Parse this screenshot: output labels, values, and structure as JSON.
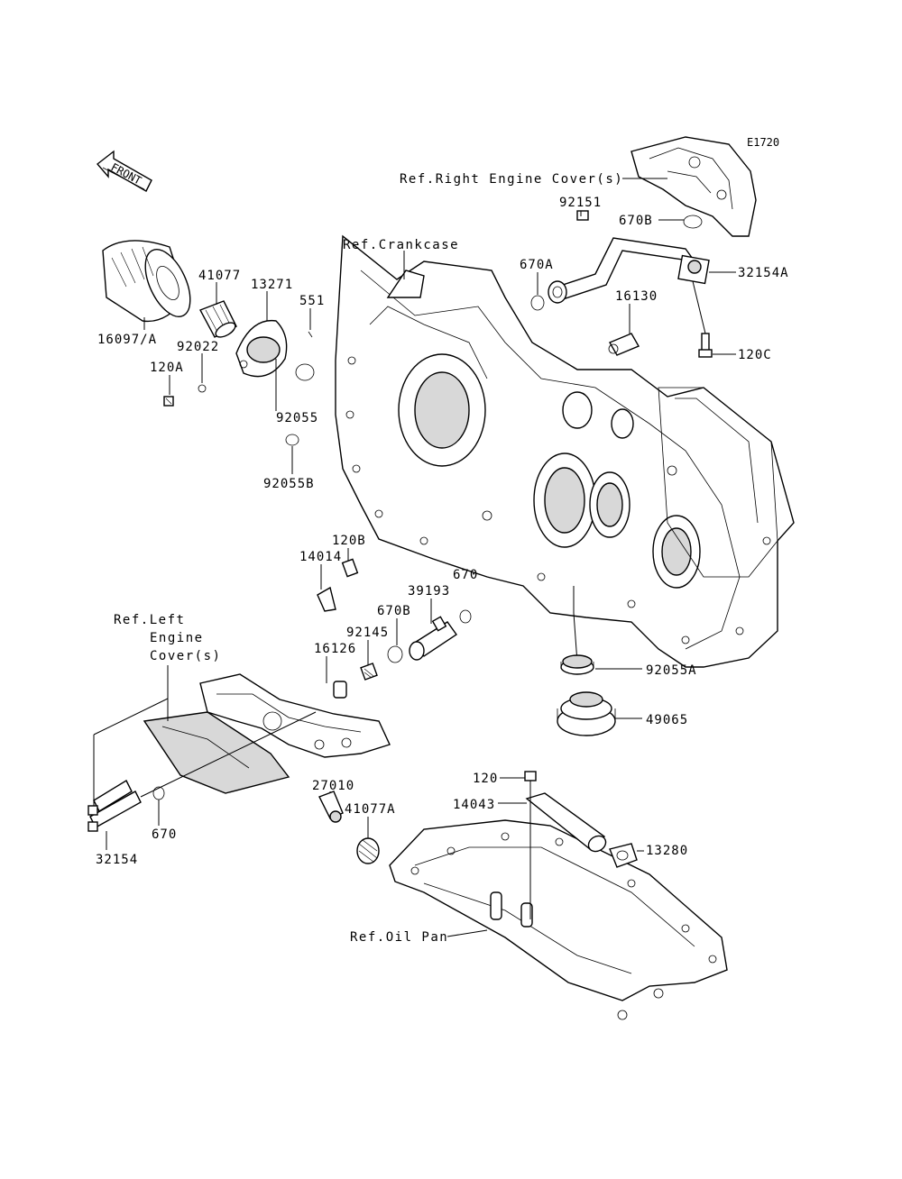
{
  "diagram_code": "E1720",
  "front_marker": "FRONT",
  "references": {
    "right_engine_cover": "Ref.Right Engine Cover(s)",
    "crankcase": "Ref.Crankcase",
    "left_engine_cover_line1": "Ref.Left",
    "left_engine_cover_line2": "Engine",
    "left_engine_cover_line3": "Cover(s)",
    "oil_pan": "Ref.Oil Pan"
  },
  "parts": {
    "p16097A": "16097/A",
    "p41077": "41077",
    "p13271": "13271",
    "p551": "551",
    "p92022": "92022",
    "p120A": "120A",
    "p92055": "92055",
    "p92055B": "92055B",
    "p92151": "92151",
    "p670B_top": "670B",
    "p670A": "670A",
    "p32154A": "32154A",
    "p16130": "16130",
    "p120C": "120C",
    "p120B": "120B",
    "p14014": "14014",
    "p670_mid": "670",
    "p39193": "39193",
    "p670B_mid": "670B",
    "p92145": "92145",
    "p16126": "16126",
    "p92055A": "92055A",
    "p49065": "49065",
    "p120": "120",
    "p14043": "14043",
    "p27010": "27010",
    "p41077A": "41077A",
    "p13280": "13280",
    "p670_low": "670",
    "p32154": "32154"
  }
}
